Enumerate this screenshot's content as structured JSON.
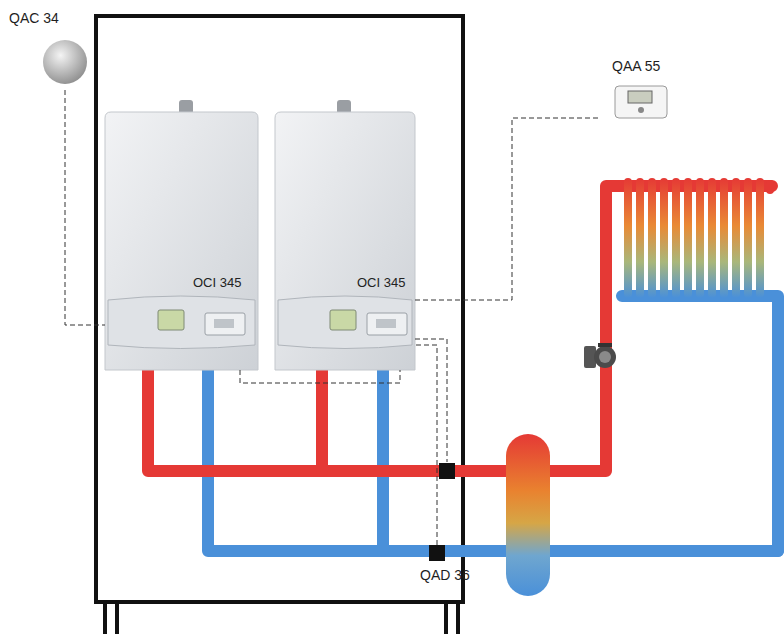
{
  "diagram": {
    "nodes": [
      {
        "text": [
          "OCI 345"
        ]
      },
      {
        "text": [
          "OCI 345"
        ]
      },
      {
        "text": [
          "QAC 34"
        ]
      },
      {
        "text": [
          "QAA 55"
        ]
      },
      {
        "text": [
          "QAD 36"
        ]
      }
    ],
    "edges": [
      {
        "from": 2,
        "to": 0,
        "arrow": "none"
      },
      {
        "from": 3,
        "to": 1,
        "arrow": "none"
      },
      {
        "from": 0,
        "to": 1,
        "arrow": "none"
      },
      {
        "from": 4,
        "to": 1,
        "arrow": "none"
      }
    ]
  }
}
